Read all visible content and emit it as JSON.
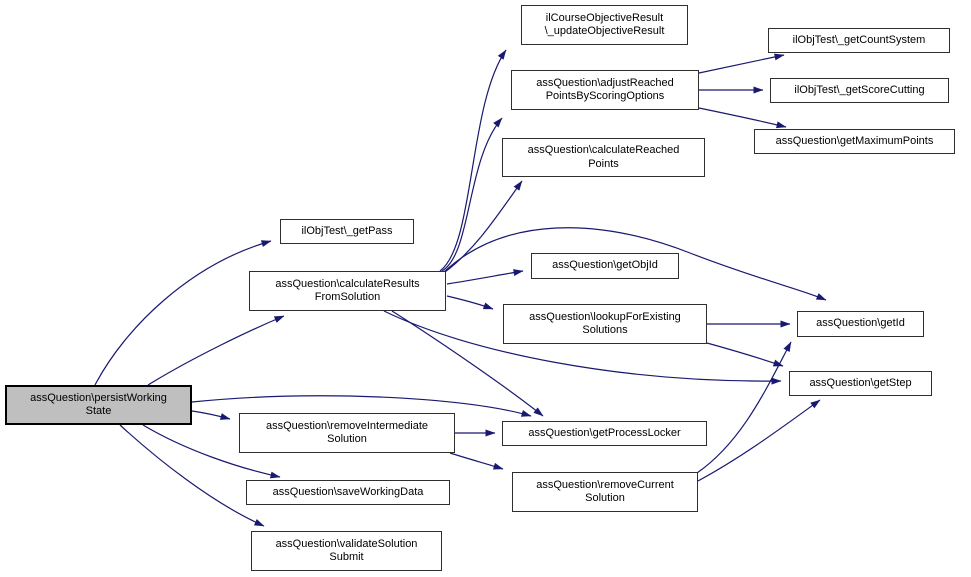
{
  "diagram": {
    "type": "call-graph",
    "root_function": "assQuestion\\persistWorkingState",
    "colors": {
      "edge": "#191970",
      "node_fill": "#ffffff",
      "node_border": "#2f2f2f",
      "root_fill": "#bfbfbf",
      "background": "#ffffff",
      "text": "#000000"
    },
    "nodes": [
      {
        "id": "updateObjectiveResult",
        "label": "ilCourseObjectiveResult\n\\_updateObjectiveResult"
      },
      {
        "id": "getCountSystem",
        "label": "ilObjTest\\_getCountSystem"
      },
      {
        "id": "adjustReachedPointsByScoringOptions",
        "label": "assQuestion\\adjustReached\nPointsByScoringOptions"
      },
      {
        "id": "getScoreCutting",
        "label": "ilObjTest\\_getScoreCutting"
      },
      {
        "id": "getMaximumPoints",
        "label": "assQuestion\\getMaximumPoints"
      },
      {
        "id": "calculateReachedPoints",
        "label": "assQuestion\\calculateReached\nPoints"
      },
      {
        "id": "getPass",
        "label": "ilObjTest\\_getPass"
      },
      {
        "id": "calculateResultsFromSolution",
        "label": "assQuestion\\calculateResults\nFromSolution"
      },
      {
        "id": "getObjId",
        "label": "assQuestion\\getObjId"
      },
      {
        "id": "lookupForExistingSolutions",
        "label": "assQuestion\\lookupForExisting\nSolutions"
      },
      {
        "id": "getId",
        "label": "assQuestion\\getId"
      },
      {
        "id": "getStep",
        "label": "assQuestion\\getStep"
      },
      {
        "id": "persistWorkingState",
        "label": "assQuestion\\persistWorking\nState"
      },
      {
        "id": "getProcessLocker",
        "label": "assQuestion\\getProcessLocker"
      },
      {
        "id": "removeIntermediateSolution",
        "label": "assQuestion\\removeIntermediate\nSolution"
      },
      {
        "id": "removeCurrentSolution",
        "label": "assQuestion\\removeCurrent\nSolution"
      },
      {
        "id": "saveWorkingData",
        "label": "assQuestion\\saveWorkingData"
      },
      {
        "id": "validateSolutionSubmit",
        "label": "assQuestion\\validateSolution\nSubmit"
      }
    ],
    "edges": [
      {
        "from": "persistWorkingState",
        "to": "getPass"
      },
      {
        "from": "persistWorkingState",
        "to": "calculateResultsFromSolution"
      },
      {
        "from": "persistWorkingState",
        "to": "getProcessLocker"
      },
      {
        "from": "persistWorkingState",
        "to": "removeIntermediateSolution"
      },
      {
        "from": "persistWorkingState",
        "to": "saveWorkingData"
      },
      {
        "from": "persistWorkingState",
        "to": "validateSolutionSubmit"
      },
      {
        "from": "calculateResultsFromSolution",
        "to": "updateObjectiveResult"
      },
      {
        "from": "calculateResultsFromSolution",
        "to": "adjustReachedPointsByScoringOptions"
      },
      {
        "from": "calculateResultsFromSolution",
        "to": "calculateReachedPoints"
      },
      {
        "from": "calculateResultsFromSolution",
        "to": "getObjId"
      },
      {
        "from": "calculateResultsFromSolution",
        "to": "lookupForExistingSolutions"
      },
      {
        "from": "calculateResultsFromSolution",
        "to": "getId"
      },
      {
        "from": "calculateResultsFromSolution",
        "to": "getStep"
      },
      {
        "from": "calculateResultsFromSolution",
        "to": "getProcessLocker"
      },
      {
        "from": "adjustReachedPointsByScoringOptions",
        "to": "getCountSystem"
      },
      {
        "from": "adjustReachedPointsByScoringOptions",
        "to": "getScoreCutting"
      },
      {
        "from": "adjustReachedPointsByScoringOptions",
        "to": "getMaximumPoints"
      },
      {
        "from": "lookupForExistingSolutions",
        "to": "getId"
      },
      {
        "from": "lookupForExistingSolutions",
        "to": "getStep"
      },
      {
        "from": "removeIntermediateSolution",
        "to": "getProcessLocker"
      },
      {
        "from": "removeIntermediateSolution",
        "to": "removeCurrentSolution"
      },
      {
        "from": "removeCurrentSolution",
        "to": "getId"
      },
      {
        "from": "removeCurrentSolution",
        "to": "getStep"
      }
    ]
  }
}
